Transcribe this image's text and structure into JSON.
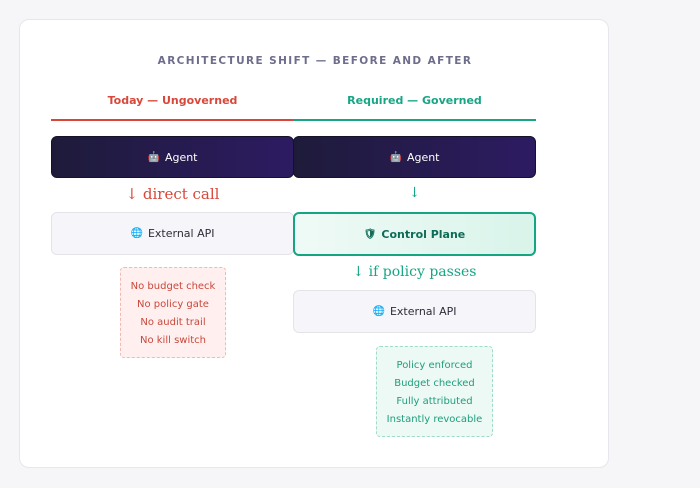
{
  "title": "ARCHITECTURE SHIFT — BEFORE AND AFTER",
  "colors": {
    "ungoverned": "#d9473a",
    "governed": "#17a585"
  },
  "left": {
    "header": "Today — Ungoverned",
    "agent": {
      "icon": "robot-icon",
      "glyph": "🤖",
      "label": "Agent"
    },
    "arrow": "↓ direct call",
    "api": {
      "icon": "globe-icon",
      "glyph": "🌐",
      "label": "External API"
    },
    "notes": [
      "No budget check",
      "No policy gate",
      "No audit trail",
      "No kill switch"
    ]
  },
  "right": {
    "header": "Required — Governed",
    "agent": {
      "icon": "robot-icon",
      "glyph": "🤖",
      "label": "Agent"
    },
    "arrow1": "↓",
    "control_plane": {
      "icon": "shield-icon",
      "glyph": "🛡",
      "label": "Control Plane"
    },
    "arrow2": "↓ if policy passes",
    "api": {
      "icon": "globe-icon",
      "glyph": "🌐",
      "label": "External API"
    },
    "notes": [
      "Policy enforced",
      "Budget checked",
      "Fully attributed",
      "Instantly revocable"
    ]
  }
}
